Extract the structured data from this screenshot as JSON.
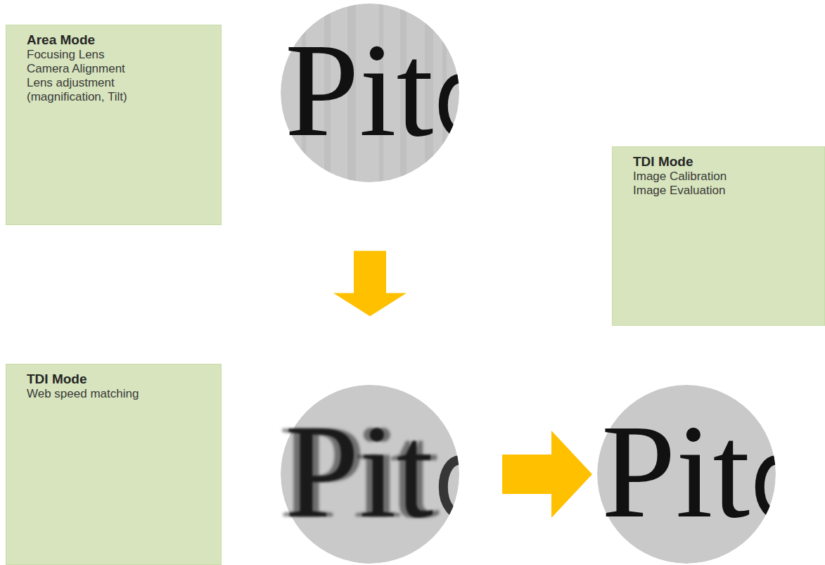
{
  "diagram": {
    "nodes": [
      {
        "text": [
          "Area Mode",
          "Focusing Lens",
          "Camera Alignment",
          "Lens adjustment (magnification, Tilt)"
        ]
      },
      {
        "text": [
          "Pit"
        ]
      },
      {
        "text": [
          "TDI Mode",
          "Image Calibration",
          "Image Evaluation"
        ]
      },
      {
        "text": [
          "TDI Mode",
          "Web speed matching"
        ]
      },
      {
        "text": [
          "Pit"
        ]
      },
      {
        "text": [
          "Pit"
        ]
      }
    ],
    "edges": [
      {
        "from": 1,
        "to": 4,
        "arrow": "to"
      },
      {
        "from": 4,
        "to": 5,
        "arrow": "to"
      }
    ]
  }
}
